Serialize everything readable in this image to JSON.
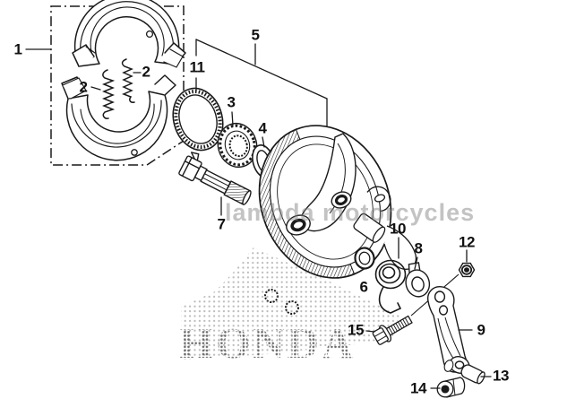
{
  "diagram": {
    "watermark_text": "lambda motorcycles",
    "brand_text": "HONDA"
  },
  "callouts": {
    "c1": "1",
    "c2a": "2",
    "c2b": "2",
    "c3": "3",
    "c4": "4",
    "c5": "5",
    "c6": "6",
    "c7": "7",
    "c8": "8",
    "c9": "9",
    "c10": "10",
    "c11": "11",
    "c12": "12",
    "c13": "13",
    "c14": "14",
    "c15": "15"
  },
  "colors": {
    "line_art": "#1a1a1a",
    "watermark": "#8c8c8c",
    "halftone_dots": "#777777",
    "background": "#ffffff"
  }
}
